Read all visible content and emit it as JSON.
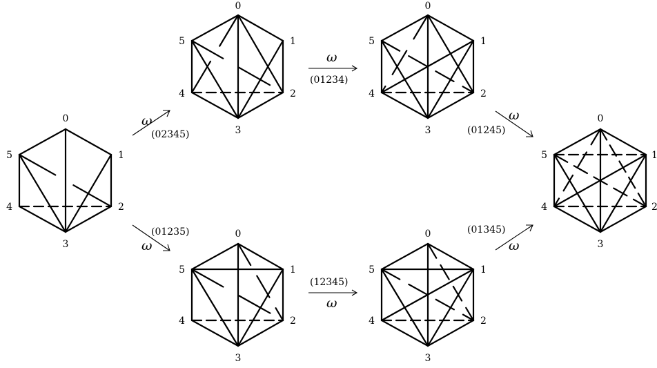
{
  "vertex_labels": [
    "0",
    "1",
    "2",
    "3",
    "4",
    "5"
  ],
  "arrows": [
    {
      "omega": "ω",
      "perm": "(02345)"
    },
    {
      "omega": "ω",
      "perm": "(01234)"
    },
    {
      "omega": "ω",
      "perm": "(01245)"
    },
    {
      "omega": "ω",
      "perm": "(01235)"
    },
    {
      "omega": "ω",
      "perm": "(12345)"
    },
    {
      "omega": "ω",
      "perm": "(01345)"
    }
  ]
}
